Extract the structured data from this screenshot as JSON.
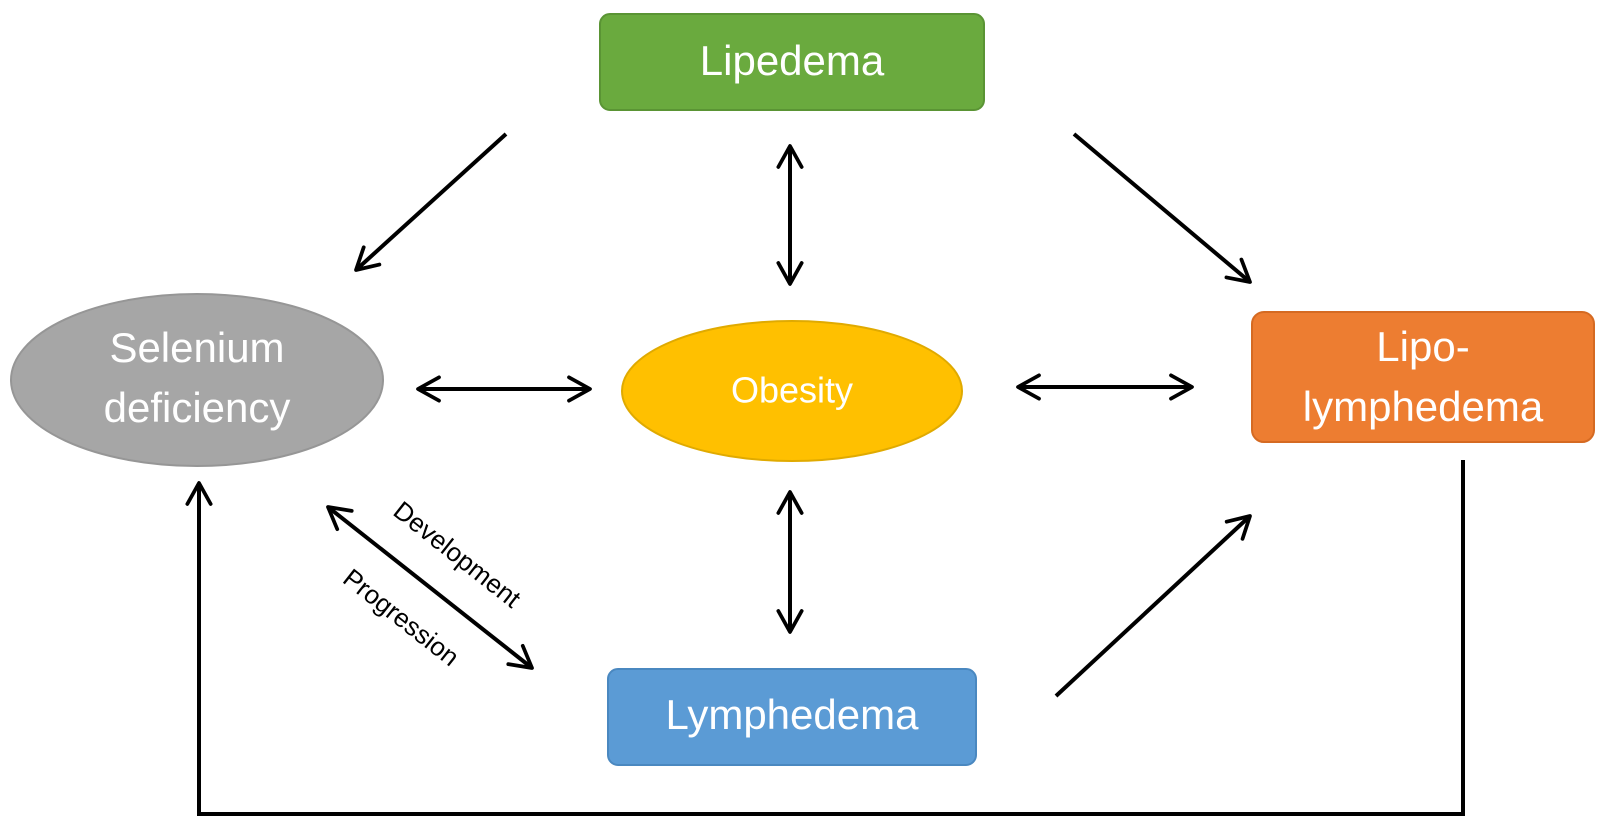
{
  "nodes": {
    "lipedema": {
      "label": "Lipedema",
      "color": "#6aaa3e"
    },
    "selenium": {
      "line1": "Selenium",
      "line2": "deficiency",
      "color": "#a6a6a6"
    },
    "obesity": {
      "label": "Obesity",
      "color": "#ffc000"
    },
    "lipolymphedema": {
      "line1": "Lipo-",
      "line2": "lymphedema",
      "color": "#ed7d31"
    },
    "lymphedema": {
      "label": "Lymphedema",
      "color": "#5b9bd5"
    }
  },
  "edge_labels": {
    "development": "Development",
    "progression": "Progression"
  }
}
